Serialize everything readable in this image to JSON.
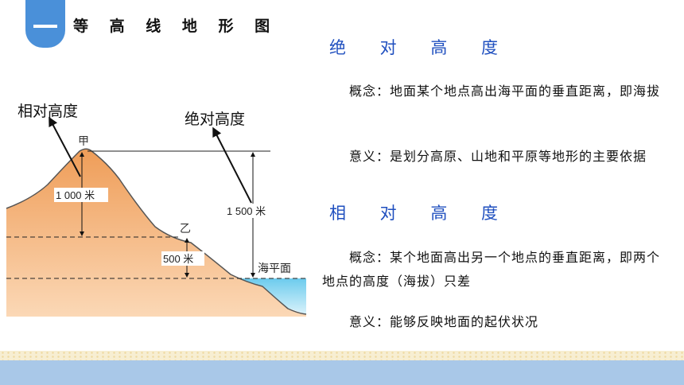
{
  "header": {
    "title": "等 高 线 地 形 图"
  },
  "diagram": {
    "labels": {
      "relative_height": "相对高度",
      "absolute_height": "绝对高度",
      "point_a": "甲",
      "point_b": "乙",
      "height_1000": "1 000 米",
      "height_1500": "1 500 米",
      "height_500": "500 米",
      "sea_level": "海平面"
    },
    "colors": {
      "mountain": "#f3a96b",
      "sea": "#7fd0ef"
    }
  },
  "sections": [
    {
      "title": "绝 对 高 度",
      "concept": "概念：地面某个地点高出海平面的垂直距离，即海拔",
      "meaning": "意义：是划分高原、山地和平原等地形的主要依据"
    },
    {
      "title": "相 对 高 度",
      "concept": "概念：某个地面高出另一个地点的垂直距离，即两个地点的高度（海拔）只差",
      "meaning": "意义：能够反映地面的起伏状况"
    }
  ],
  "colors": {
    "accent": "#4a90d9",
    "section_title": "#1f4fbf",
    "footer_band": "#a9c8e8"
  }
}
